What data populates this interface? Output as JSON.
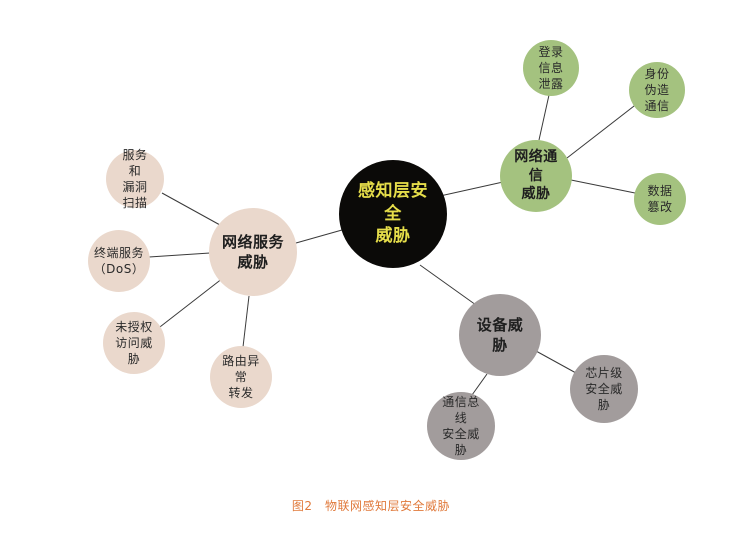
{
  "diagram": {
    "center": {
      "line1": "感知层安全",
      "line2": "威胁"
    },
    "categories": {
      "network_comm": {
        "line1": "网络通信",
        "line2": "威胁",
        "color": "#a4c27f",
        "leaves": [
          {
            "line1": "登录",
            "line2": "信息泄露"
          },
          {
            "line1": "身份",
            "line2": "伪造通信"
          },
          {
            "line1": "数据",
            "line2": "篡改"
          }
        ]
      },
      "network_service": {
        "line1": "网络服务",
        "line2": "威胁",
        "color": "#ead8cc",
        "leaves": [
          {
            "line1": "服务和",
            "line2": "漏洞扫描"
          },
          {
            "line1": "终端服务",
            "line2": "（DoS）"
          },
          {
            "line1": "未授权",
            "line2": "访问威胁"
          },
          {
            "line1": "路由异常",
            "line2": "转发"
          }
        ]
      },
      "device": {
        "line1": "设备威胁",
        "color": "#a29c9c",
        "leaves": [
          {
            "line1": "芯片级",
            "line2": "安全威胁"
          },
          {
            "line1": "通信总线",
            "line2": "安全威胁"
          }
        ]
      }
    },
    "center_color": "#0b0a08",
    "center_text_color": "#e6de4a"
  },
  "caption": "图2　物联网感知层安全威胁",
  "caption_color": "#e07a3c"
}
